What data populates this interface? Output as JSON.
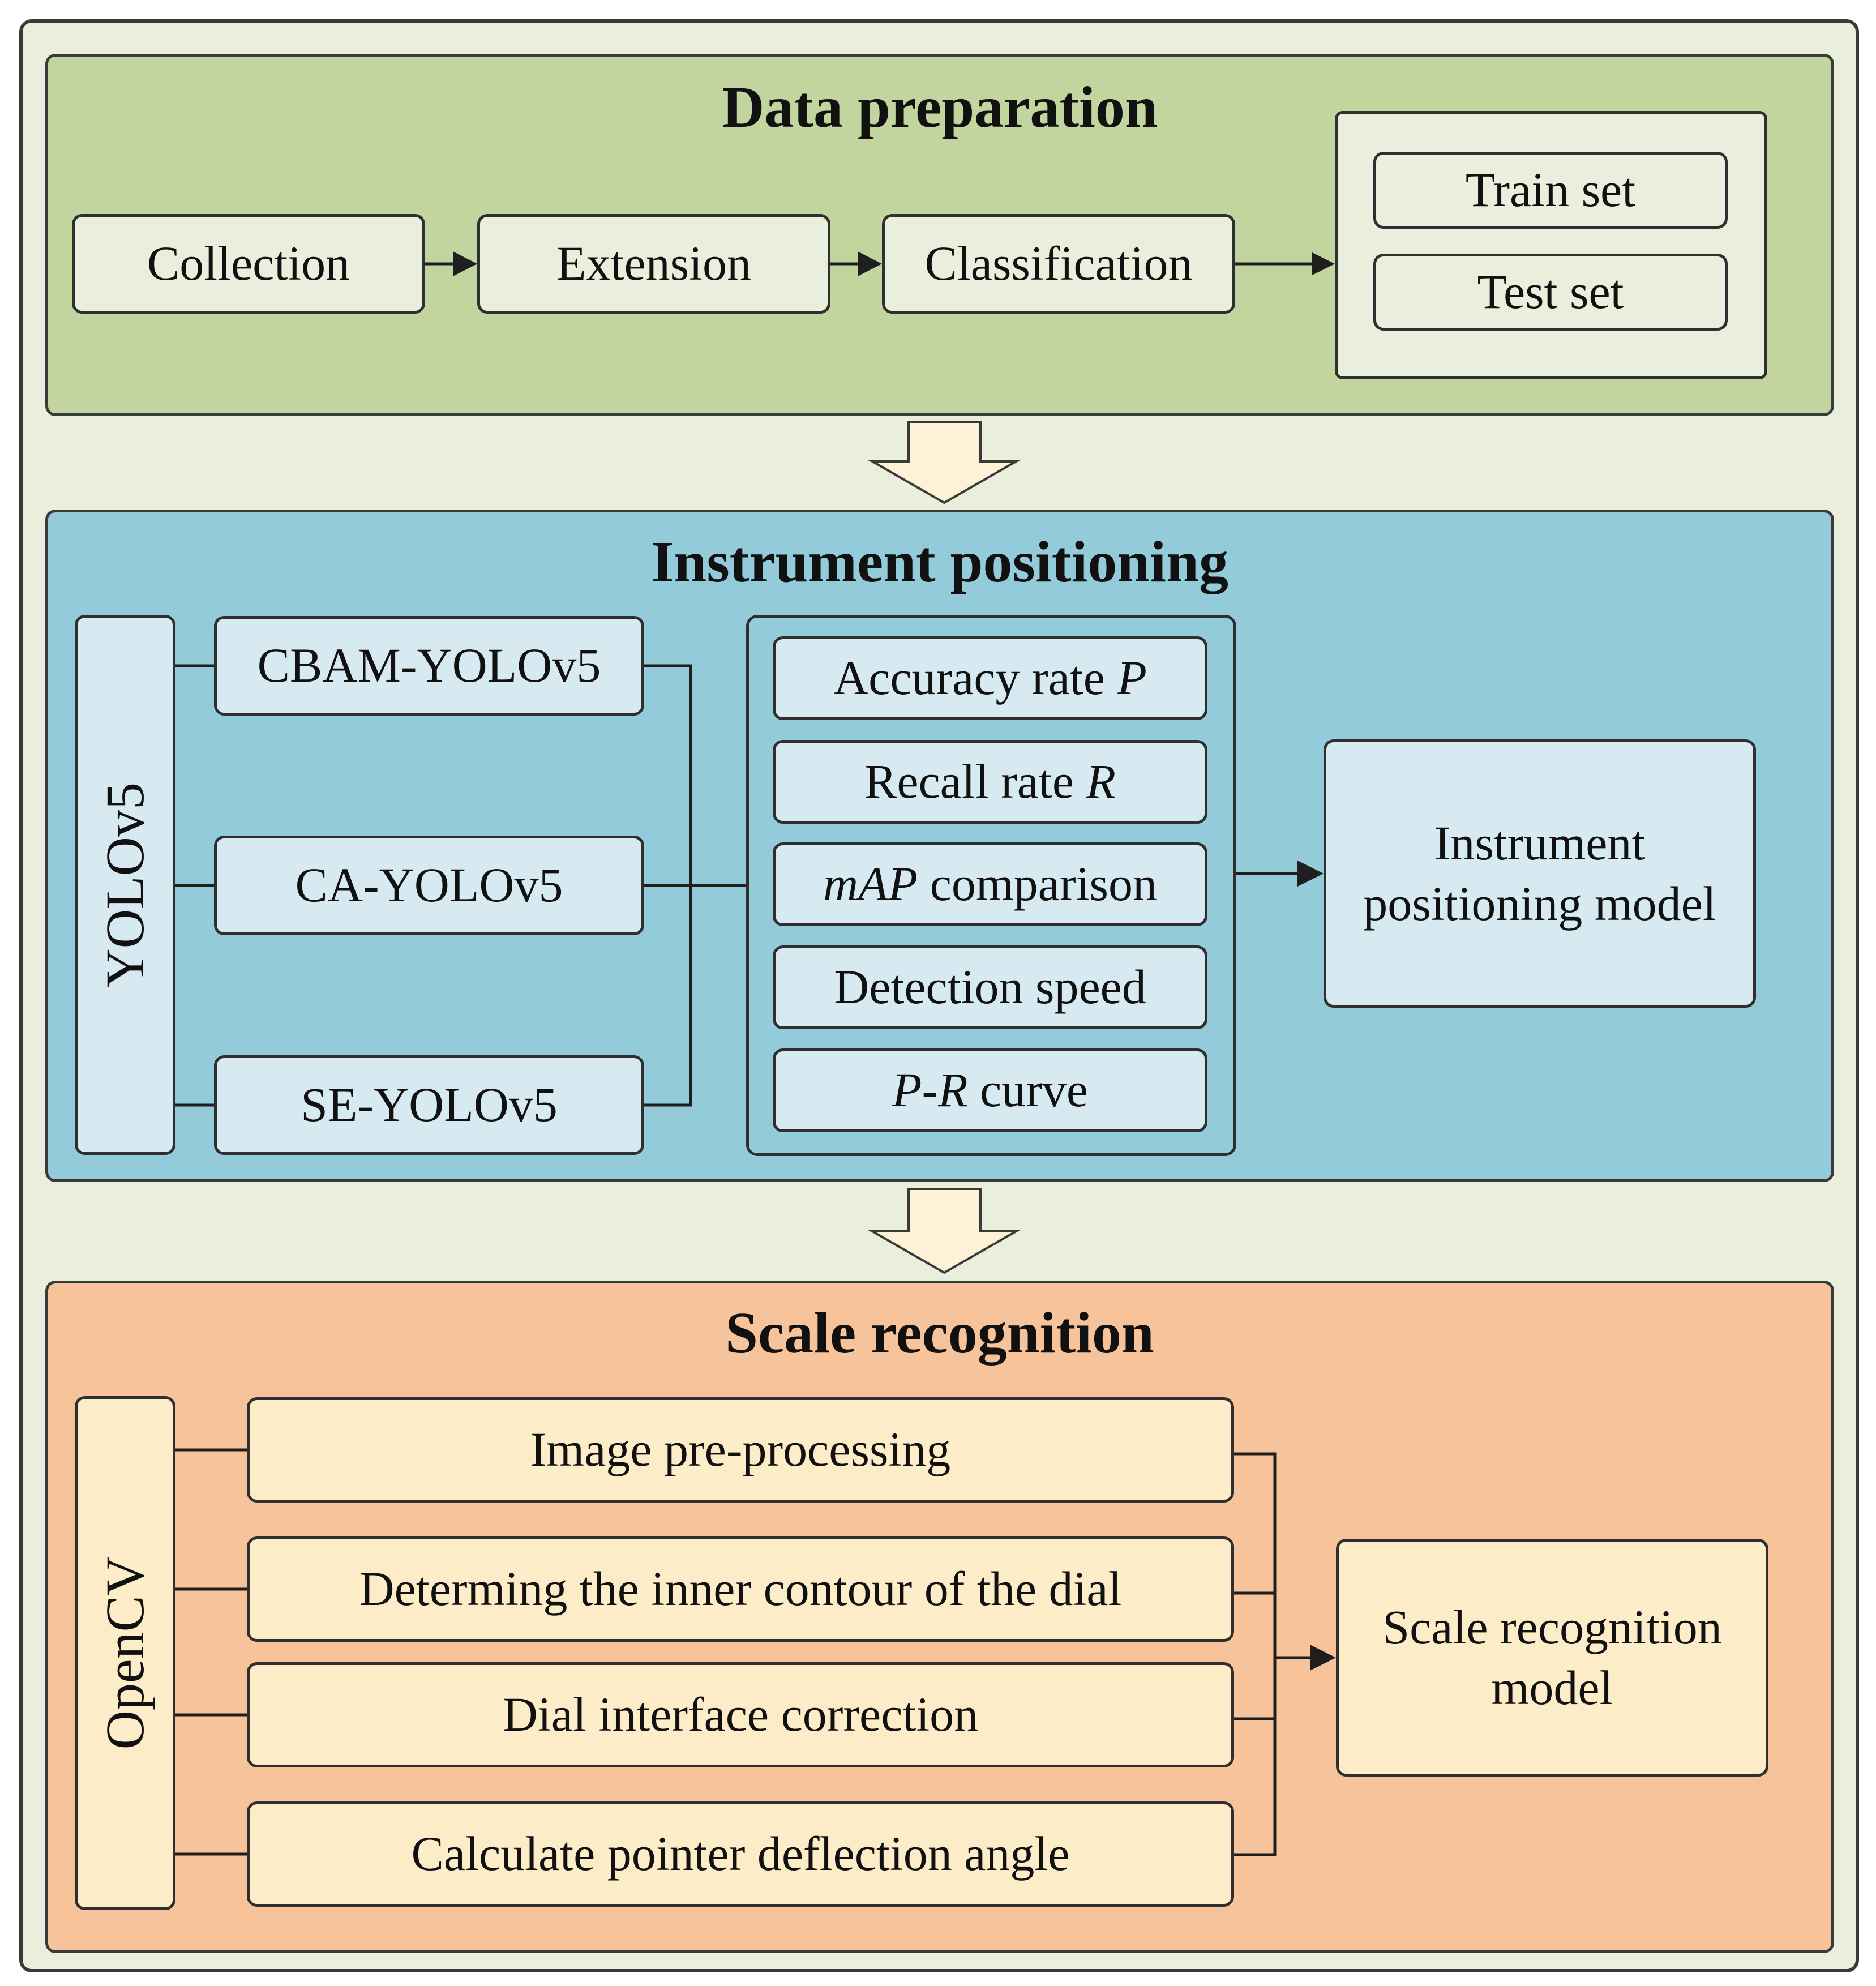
{
  "data_preparation": {
    "title": "Data preparation",
    "steps": [
      "Collection",
      "Extension",
      "Classification"
    ],
    "split": [
      "Train set",
      "Test set"
    ]
  },
  "instrument_positioning": {
    "title": "Instrument positioning",
    "base": "YOLOv5",
    "variants": [
      "CBAM-YOLOv5",
      "CA-YOLOv5",
      "SE-YOLOv5"
    ],
    "metrics": [
      {
        "italic": "",
        "text": "Accuracy rate ",
        "tail_italic": "P"
      },
      {
        "italic": "",
        "text": "Recall rate ",
        "tail_italic": "R"
      },
      {
        "italic": "mAP",
        "text": " comparison",
        "tail_italic": ""
      },
      {
        "italic": "",
        "text": "Detection speed",
        "tail_italic": ""
      },
      {
        "italic": "P-R",
        "text": " curve",
        "tail_italic": ""
      }
    ],
    "result": "Instrument positioning model"
  },
  "scale_recognition": {
    "title": "Scale recognition",
    "base": "OpenCV",
    "steps": [
      "Image pre-processing",
      "Determing the inner contour of the dial",
      "Dial interface correction",
      "Calculate pointer deflection angle"
    ],
    "result": "Scale recognition model"
  },
  "colors": {
    "green_section": "#c3d59f",
    "blue_section": "#93cbdb",
    "orange_section": "#f6c39b",
    "outer_background": "#e9efdc",
    "flow_arrow": "#fdf1d6"
  }
}
